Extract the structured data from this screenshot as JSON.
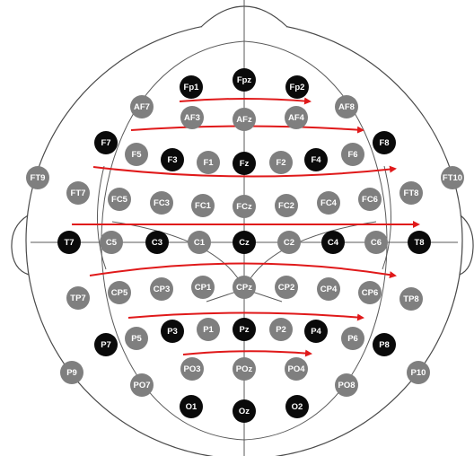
{
  "colors": {
    "background": "#ffffff",
    "outline": "#4a4a4a",
    "guide": "#5a5a5a",
    "arrow": "#e0191a",
    "electrode_active": "#0a0a0a",
    "electrode_inactive": "#7f7f7f",
    "label": "#ffffff"
  },
  "electrodes": [
    {
      "label": "Fp1",
      "active": true
    },
    {
      "label": "Fpz",
      "active": true
    },
    {
      "label": "Fp2",
      "active": true
    },
    {
      "label": "AF7",
      "active": false
    },
    {
      "label": "AF3",
      "active": false
    },
    {
      "label": "AFz",
      "active": false
    },
    {
      "label": "AF4",
      "active": false
    },
    {
      "label": "AF8",
      "active": false
    },
    {
      "label": "F7",
      "active": true
    },
    {
      "label": "F5",
      "active": false
    },
    {
      "label": "F3",
      "active": true
    },
    {
      "label": "F1",
      "active": false
    },
    {
      "label": "Fz",
      "active": true
    },
    {
      "label": "F2",
      "active": false
    },
    {
      "label": "F4",
      "active": true
    },
    {
      "label": "F6",
      "active": false
    },
    {
      "label": "F8",
      "active": true
    },
    {
      "label": "FT9",
      "active": false
    },
    {
      "label": "FT7",
      "active": false
    },
    {
      "label": "FC5",
      "active": false
    },
    {
      "label": "FC3",
      "active": false
    },
    {
      "label": "FC1",
      "active": false
    },
    {
      "label": "FCz",
      "active": false
    },
    {
      "label": "FC2",
      "active": false
    },
    {
      "label": "FC4",
      "active": false
    },
    {
      "label": "FC6",
      "active": false
    },
    {
      "label": "FT8",
      "active": false
    },
    {
      "label": "FT10",
      "active": false
    },
    {
      "label": "T7",
      "active": true
    },
    {
      "label": "C5",
      "active": false
    },
    {
      "label": "C3",
      "active": true
    },
    {
      "label": "C1",
      "active": false
    },
    {
      "label": "Cz",
      "active": true
    },
    {
      "label": "C2",
      "active": false
    },
    {
      "label": "C4",
      "active": true
    },
    {
      "label": "C6",
      "active": false
    },
    {
      "label": "T8",
      "active": true
    },
    {
      "label": "TP7",
      "active": false
    },
    {
      "label": "CP5",
      "active": false
    },
    {
      "label": "CP3",
      "active": false
    },
    {
      "label": "CP1",
      "active": false
    },
    {
      "label": "CPz",
      "active": false
    },
    {
      "label": "CP2",
      "active": false
    },
    {
      "label": "CP4",
      "active": false
    },
    {
      "label": "CP6",
      "active": false
    },
    {
      "label": "TP8",
      "active": false
    },
    {
      "label": "P7",
      "active": true
    },
    {
      "label": "P5",
      "active": false
    },
    {
      "label": "P3",
      "active": true
    },
    {
      "label": "P1",
      "active": false
    },
    {
      "label": "Pz",
      "active": true
    },
    {
      "label": "P2",
      "active": false
    },
    {
      "label": "P4",
      "active": true
    },
    {
      "label": "P6",
      "active": false
    },
    {
      "label": "P8",
      "active": true
    },
    {
      "label": "P9",
      "active": false
    },
    {
      "label": "PO7",
      "active": false
    },
    {
      "label": "PO3",
      "active": false
    },
    {
      "label": "POz",
      "active": false
    },
    {
      "label": "PO4",
      "active": false
    },
    {
      "label": "PO8",
      "active": false
    },
    {
      "label": "P10",
      "active": false
    },
    {
      "label": "O1",
      "active": true
    },
    {
      "label": "Oz",
      "active": true
    },
    {
      "label": "O2",
      "active": true
    }
  ]
}
